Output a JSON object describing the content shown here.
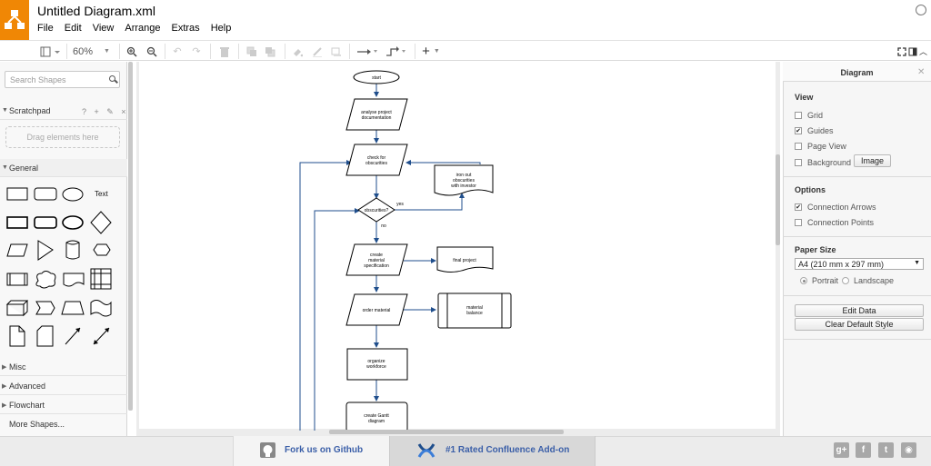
{
  "app": {
    "title": "Untitled Diagram.xml",
    "menu": [
      "File",
      "Edit",
      "View",
      "Arrange",
      "Extras",
      "Help"
    ]
  },
  "toolbar": {
    "zoom": "60%"
  },
  "sidebar": {
    "search_placeholder": "Search Shapes",
    "scratchpad_label": "Scratchpad",
    "scratchpad_tools": "? + ✎ ×",
    "drop_hint": "Drag elements here",
    "general_label": "General",
    "text_shape_label": "Text",
    "sections": [
      "Misc",
      "Advanced",
      "Flowchart"
    ],
    "more_shapes": "More Shapes..."
  },
  "diagram": {
    "nodes": {
      "start": "start",
      "analyse": [
        "analyse project",
        "documentation"
      ],
      "check": [
        "check for",
        "obscurities"
      ],
      "iron": [
        "iron out",
        "obscurities",
        "with investor"
      ],
      "decision": "obscurities?",
      "create_mat": [
        "create",
        "material",
        "specification"
      ],
      "final": "final project",
      "order": "order material",
      "balance": [
        "material",
        "balance"
      ],
      "organize": [
        "organize",
        "workforce"
      ],
      "gantt": [
        "create Gantt",
        "diagram"
      ]
    },
    "edge_labels": {
      "yes": "yes",
      "no": "no"
    }
  },
  "format_panel": {
    "title": "Diagram",
    "view_heading": "View",
    "view_options": [
      {
        "label": "Grid",
        "checked": false
      },
      {
        "label": "Guides",
        "checked": true
      },
      {
        "label": "Page View",
        "checked": false
      },
      {
        "label": "Background",
        "checked": false
      }
    ],
    "image_button": "Image",
    "options_heading": "Options",
    "options": [
      {
        "label": "Connection Arrows",
        "checked": true
      },
      {
        "label": "Connection Points",
        "checked": false
      }
    ],
    "paper_size_heading": "Paper Size",
    "paper_size_value": "A4 (210 mm x 297 mm)",
    "orientation": {
      "portrait": "Portrait",
      "landscape": "Landscape",
      "selected": "portrait"
    },
    "edit_data_button": "Edit Data",
    "clear_style_button": "Clear Default Style"
  },
  "footer": {
    "github": "Fork us on Github",
    "confluence": "#1 Rated Confluence Add-on",
    "social_icons": [
      "google-plus-icon",
      "facebook-icon",
      "twitter-icon",
      "github-icon"
    ]
  },
  "colors": {
    "brand_orange": "#f08705",
    "edge_blue": "#1f4e8c",
    "footer_link": "#3b5fa8"
  }
}
